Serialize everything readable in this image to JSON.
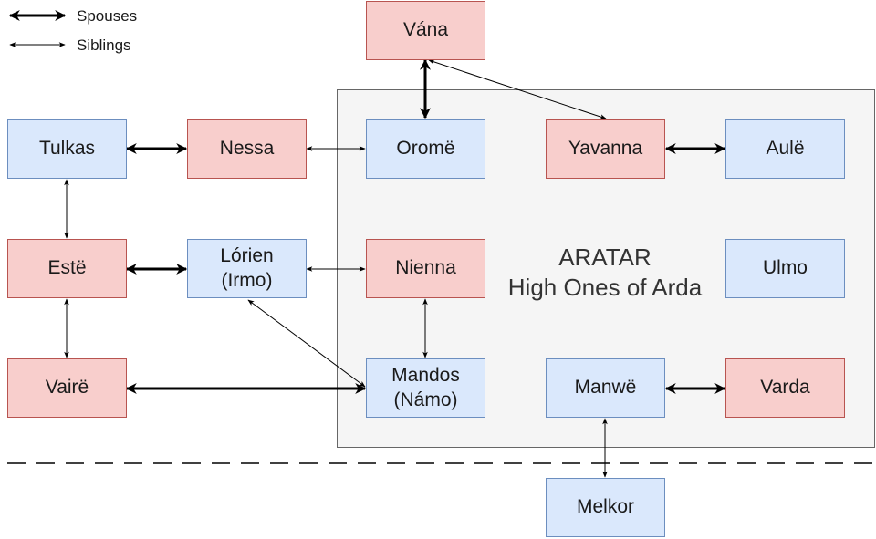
{
  "legend": {
    "spouses_label": "Spouses",
    "siblings_label": "Siblings"
  },
  "group": {
    "title": "ARATAR",
    "subtitle": "High Ones of Arda"
  },
  "nodes": {
    "vana": "Vána",
    "tulkas": "Tulkas",
    "nessa": "Nessa",
    "orome": "Oromë",
    "yavanna": "Yavanna",
    "aule": "Aulë",
    "este": "Estë",
    "lorien": "Lórien\n(Irmo)",
    "nienna": "Nienna",
    "ulmo": "Ulmo",
    "vaire": "Vairë",
    "mandos": "Mandos\n(Námo)",
    "manwe": "Manwë",
    "varda": "Varda",
    "melkor": "Melkor"
  },
  "colors": {
    "male_fill": "#dae8fc",
    "male_stroke": "#6c8ebf",
    "female_fill": "#f8cecc",
    "female_stroke": "#b85450",
    "group_fill": "#f5f5f5",
    "group_stroke": "#666666"
  },
  "relationships": {
    "spouses": [
      [
        "vana",
        "orome"
      ],
      [
        "tulkas",
        "nessa"
      ],
      [
        "yavanna",
        "aule"
      ],
      [
        "este",
        "lorien"
      ],
      [
        "vaire",
        "mandos"
      ],
      [
        "manwe",
        "varda"
      ]
    ],
    "siblings": [
      [
        "vana",
        "yavanna"
      ],
      [
        "nessa",
        "orome"
      ],
      [
        "tulkas",
        "este"
      ],
      [
        "este",
        "vaire"
      ],
      [
        "lorien",
        "nienna"
      ],
      [
        "nienna",
        "mandos"
      ],
      [
        "lorien",
        "mandos"
      ],
      [
        "manwe",
        "melkor"
      ]
    ]
  }
}
